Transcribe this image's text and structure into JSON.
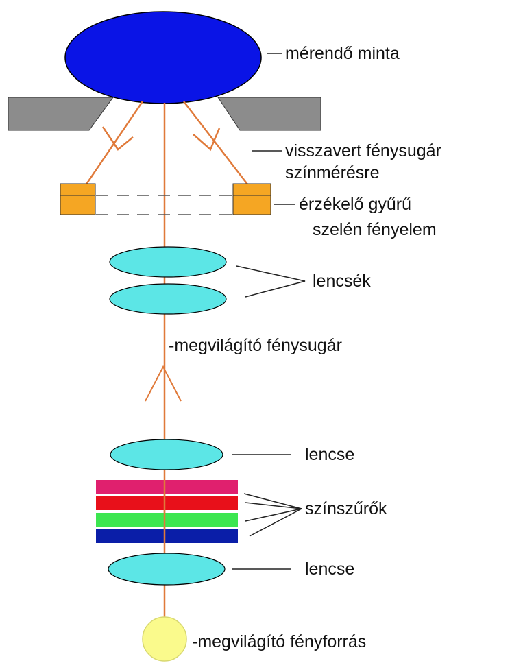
{
  "labels": {
    "sample": "mérendő minta",
    "reflected_line1": "visszavert fénysugár",
    "reflected_line2": "színmérésre",
    "sensor_line1": "érzékelő gyűrű",
    "sensor_line2": "szelén fényelem",
    "lenses": "lencsék",
    "illum_beam": "-megvilágító fénysugár",
    "lens_upper": "lencse",
    "filters": "színszűrők",
    "lens_lower": "lencse",
    "light_source": "-megvilágító fényforrás"
  },
  "colors": {
    "sample": "#0a14e6",
    "holder": "#8c8c8c",
    "sensor": "#f5a623",
    "lens": "#5ce6e6",
    "beam": "#e07a3a",
    "filter_magenta": "#e0206e",
    "filter_red": "#e8101a",
    "filter_green": "#3ce650",
    "filter_blue": "#0a1ea8",
    "light_source": "#fafa8c"
  }
}
